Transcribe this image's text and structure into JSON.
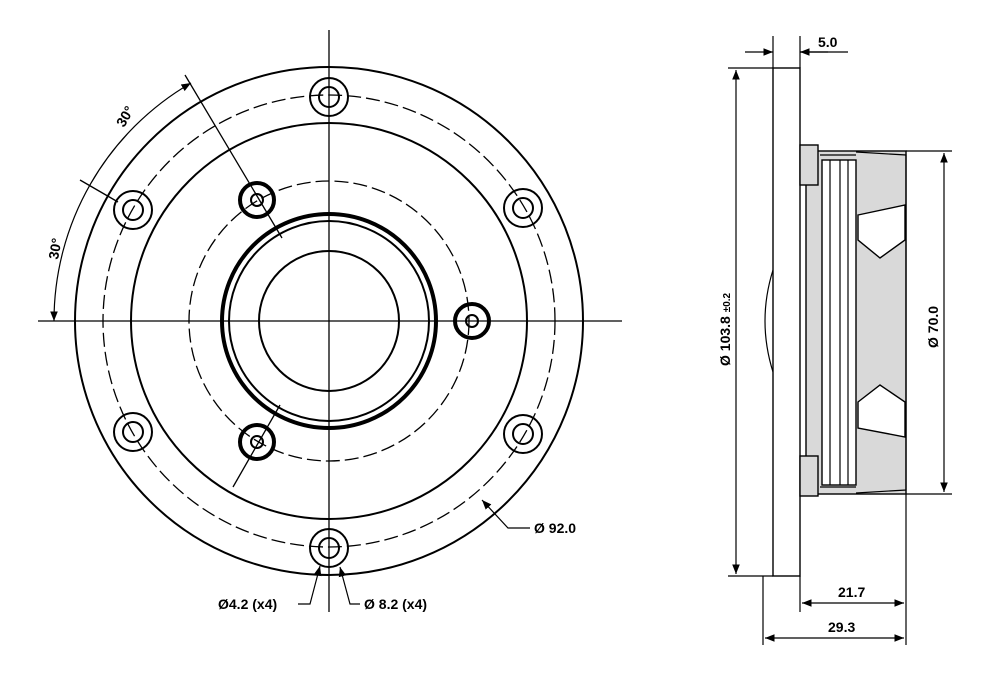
{
  "front_view": {
    "angle_label_1": "30°",
    "angle_label_2": "30°",
    "outer_diameter_label": "Ø 92.0",
    "hole_label_small": "Ø4.2 (x4)",
    "hole_label_large": "Ø 8.2 (x4)"
  },
  "side_view": {
    "flange_thickness_label": "5.0",
    "overall_diameter_label": "Ø 103.8",
    "overall_diameter_tolerance": "±0.2",
    "body_diameter_label": "Ø 70.0",
    "depth_label_1": "21.7",
    "depth_label_2": "29.3"
  }
}
